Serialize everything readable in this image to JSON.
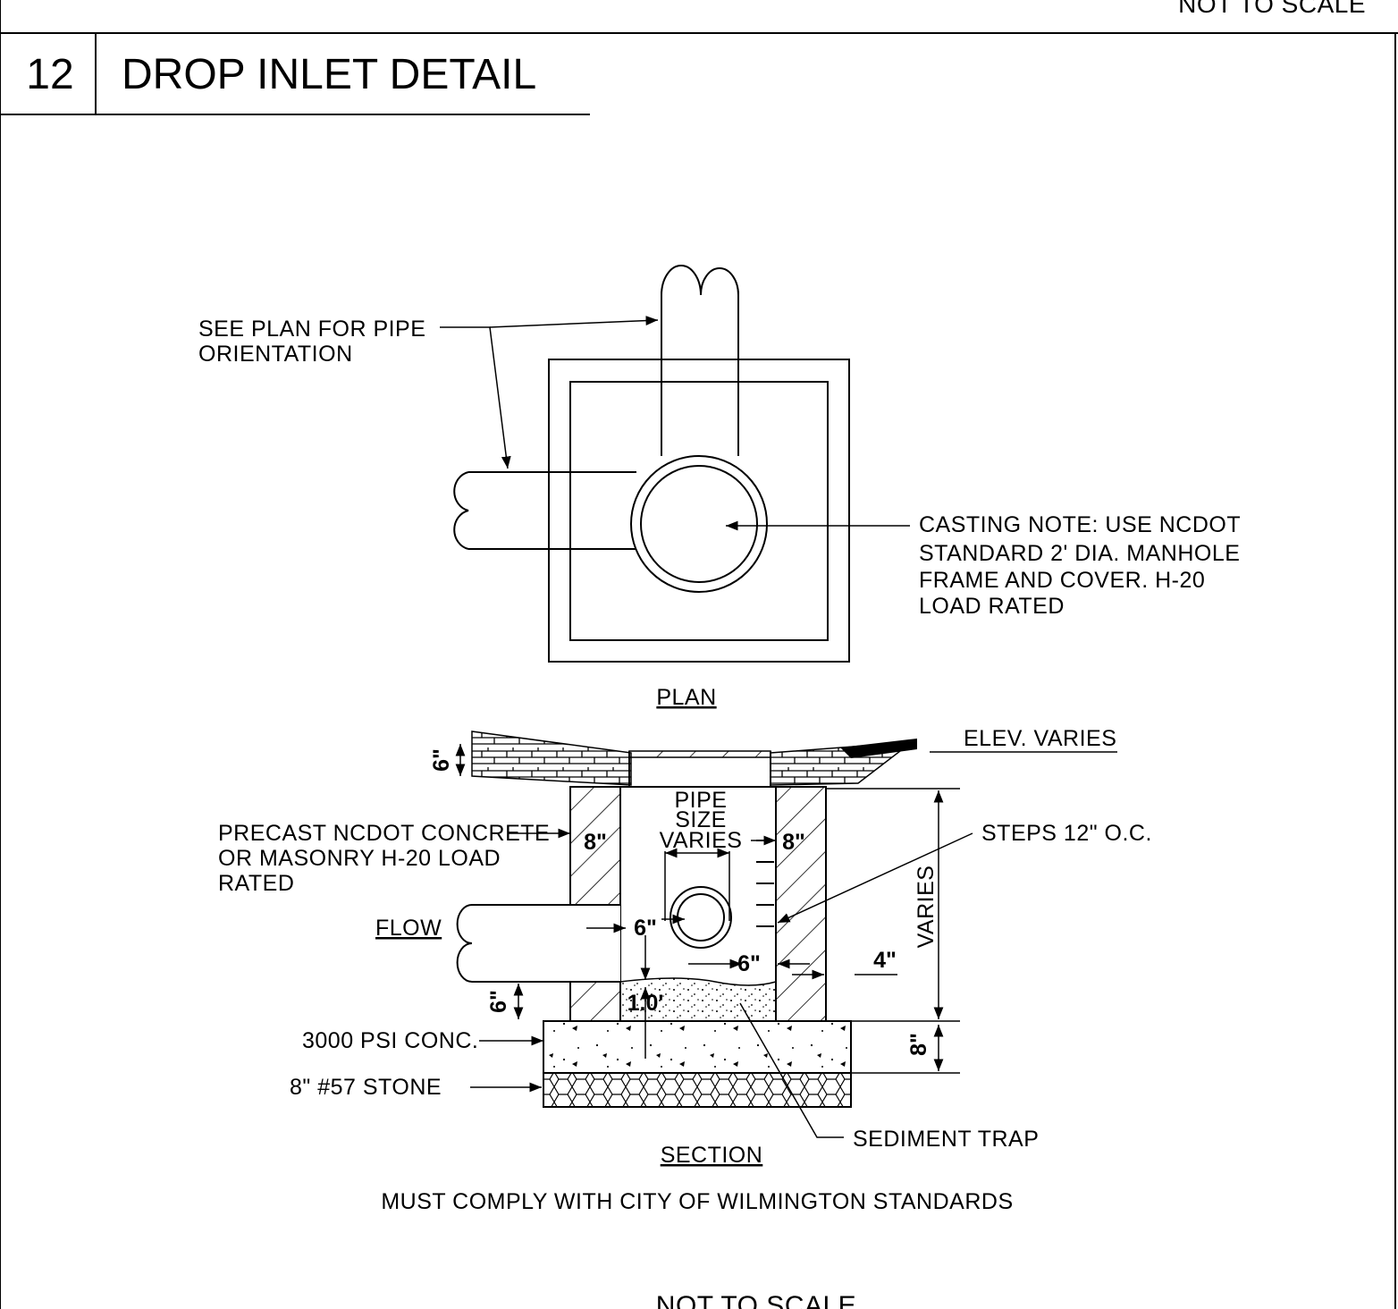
{
  "sheet": {
    "top_note": "NOT TO SCALE",
    "bottom_note": "NOT TO SCALE",
    "detail_number": "12",
    "detail_title": "DROP INLET DETAIL"
  },
  "plan": {
    "view_label": "PLAN",
    "pipe_note_line1": "SEE PLAN FOR PIPE",
    "pipe_note_line2": "ORIENTATION",
    "casting_note_line1": "CASTING NOTE: USE NCDOT",
    "casting_note_line2": "STANDARD 2' DIA. MANHOLE",
    "casting_note_line3": "FRAME AND COVER. H-20",
    "casting_note_line4": "LOAD RATED"
  },
  "section": {
    "view_label": "SECTION",
    "elevation": "ELEV. VARIES",
    "precast_line1": "PRECAST NCDOT CONCRETE",
    "precast_line2": "OR MASONRY H-20 LOAD",
    "precast_line3": "RATED",
    "steps": "STEPS 12\" O.C.",
    "flow": "FLOW",
    "pipe_line1": "PIPE",
    "pipe_line2": "SIZE",
    "pipe_line3": "VARIES",
    "varies": "VARIES",
    "conc": "3000 PSI CONC.",
    "stone": "8\" #57 STONE",
    "sediment": "SEDIMENT TRAP",
    "compliance": "MUST COMPLY WITH CITY OF WILMINGTON STANDARDS",
    "dim_6_top": "6\"",
    "dim_8_left": "8\"",
    "dim_8_right": "8\"",
    "dim_6_pipe": "6\"",
    "dim_6_bottom": "6\"",
    "dim_6_invert": "6\"",
    "dim_4": "4\"",
    "dim_8_base": "8\"",
    "dim_1_0": "1.0'"
  }
}
